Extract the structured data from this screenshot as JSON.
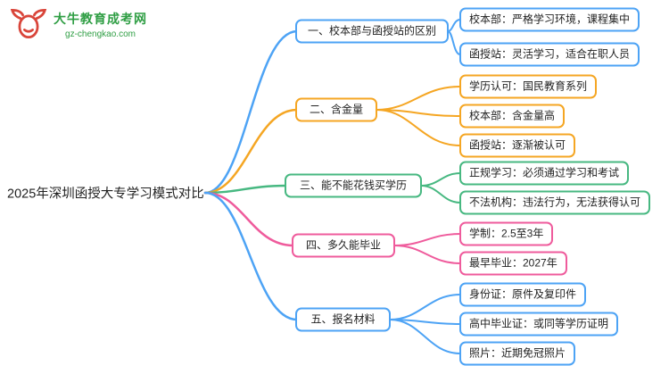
{
  "logo": {
    "site_name": "大牛教育成考网",
    "site_url": "gz-chengkao.com",
    "icon": "bull-icon",
    "brand_color": "#2f9e44",
    "icon_color": "#d9453a"
  },
  "central": {
    "title": "2025年深圳函授大专学习模式对比"
  },
  "branches": [
    {
      "label": "一、校本部与函授站的区别",
      "color": "#4da3f5",
      "children": [
        {
          "text": "校本部：严格学习环境，课程集中"
        },
        {
          "text": "函授站：灵活学习，适合在职人员"
        }
      ]
    },
    {
      "label": "二、含金量",
      "color": "#f5a623",
      "children": [
        {
          "text": "学历认可：国民教育系列"
        },
        {
          "text": "校本部：含金量高"
        },
        {
          "text": "函授站：逐渐被认可"
        }
      ]
    },
    {
      "label": "三、能不能花钱买学历",
      "color": "#47b881",
      "children": [
        {
          "text": "正规学习：必须通过学习和考试"
        },
        {
          "text": "不法机构：违法行为，无法获得认可"
        }
      ]
    },
    {
      "label": "四、多久能毕业",
      "color": "#ef5b9c",
      "children": [
        {
          "text": "学制：2.5至3年"
        },
        {
          "text": "最早毕业：2027年"
        }
      ]
    },
    {
      "label": "五、报名材料",
      "color": "#4da3f5",
      "children": [
        {
          "text": "身份证：原件及复印件"
        },
        {
          "text": "高中毕业证：或同等学历证明"
        },
        {
          "text": "照片：近期免冠照片"
        }
      ]
    }
  ]
}
